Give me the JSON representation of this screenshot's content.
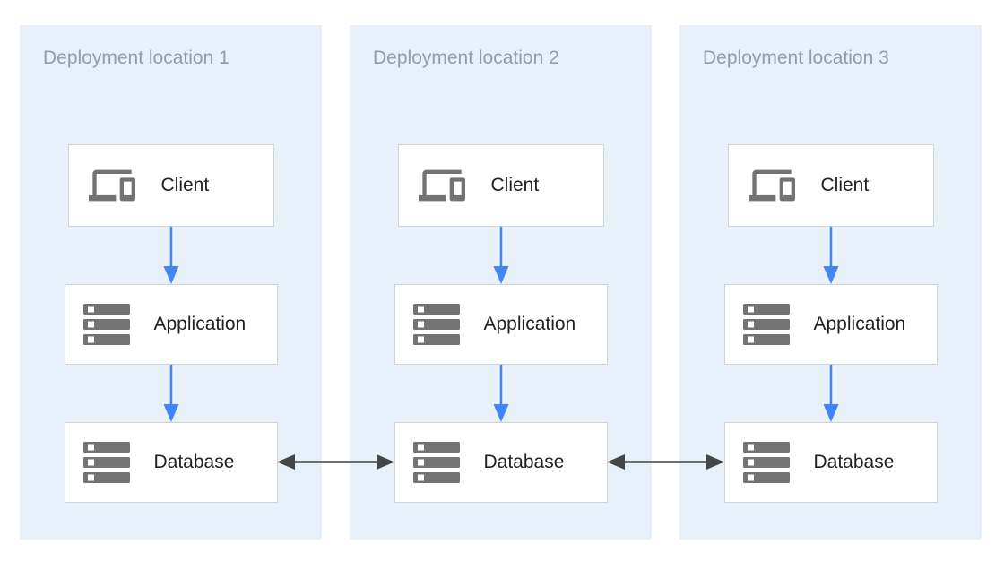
{
  "colors": {
    "canvas_bg": "#ffffff",
    "panel_bg": "#e8f0fa",
    "panel_title": "#969ca3",
    "node_bg": "#ffffff",
    "node_border": "#d2d2d2",
    "node_label": "#212121",
    "icon_gray": "#737373",
    "flow_arrow_blue": "#4285f4",
    "link_arrow_dark": "#454545"
  },
  "panels": [
    {
      "title": "Deployment location 1",
      "nodes": [
        {
          "label": "Client",
          "icon": "devices-icon"
        },
        {
          "label": "Application",
          "icon": "server-stack-icon"
        },
        {
          "label": "Database",
          "icon": "server-stack-icon"
        }
      ]
    },
    {
      "title": "Deployment location 2",
      "nodes": [
        {
          "label": "Client",
          "icon": "devices-icon"
        },
        {
          "label": "Application",
          "icon": "server-stack-icon"
        },
        {
          "label": "Database",
          "icon": "server-stack-icon"
        }
      ]
    },
    {
      "title": "Deployment location 3",
      "nodes": [
        {
          "label": "Client",
          "icon": "devices-icon"
        },
        {
          "label": "Application",
          "icon": "server-stack-icon"
        },
        {
          "label": "Database",
          "icon": "server-stack-icon"
        }
      ]
    }
  ],
  "connections": [
    {
      "from": "Client",
      "to": "Application",
      "panel": "Deployment location 1",
      "type": "one-way"
    },
    {
      "from": "Application",
      "to": "Database",
      "panel": "Deployment location 1",
      "type": "one-way"
    },
    {
      "from": "Client",
      "to": "Application",
      "panel": "Deployment location 2",
      "type": "one-way"
    },
    {
      "from": "Application",
      "to": "Database",
      "panel": "Deployment location 2",
      "type": "one-way"
    },
    {
      "from": "Client",
      "to": "Application",
      "panel": "Deployment location 3",
      "type": "one-way"
    },
    {
      "from": "Application",
      "to": "Database",
      "panel": "Deployment location 3",
      "type": "one-way"
    },
    {
      "from": "Database (Deployment location 1)",
      "to": "Database (Deployment location 2)",
      "type": "two-way"
    },
    {
      "from": "Database (Deployment location 2)",
      "to": "Database (Deployment location 3)",
      "type": "two-way"
    }
  ]
}
